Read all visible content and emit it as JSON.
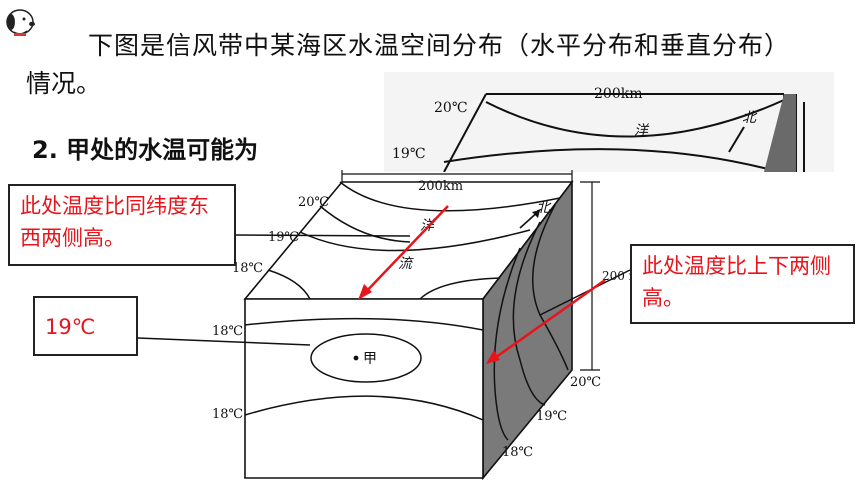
{
  "slide": {
    "intro_line1": "下图是信风带中某海区水温空间分布（水平分布和垂直分布）",
    "intro_line2": "情况。",
    "question": "2. 甲处的水温可能为"
  },
  "diagram": {
    "width_label": "200km",
    "depth_label": "200 m",
    "north_label": "北",
    "ocean_char_1": "洋",
    "ocean_char_2": "流",
    "point_label": "甲",
    "iso_top_20": "20℃",
    "iso_top_19": "19℃",
    "iso_top_18": "18℃",
    "iso_front_18a": "18℃",
    "iso_front_18b": "18℃",
    "iso_side_20": "20℃",
    "iso_side_19": "19℃",
    "iso_side_18": "18℃"
  },
  "callouts": {
    "left_top": "此处温度比同纬度东西两侧高。",
    "right": "此处温度比上下两侧高。",
    "left_answer": "19℃"
  },
  "colors": {
    "callout_text": "#e8141b",
    "arrow": "#e8141b",
    "side_face": "#7a7a7a"
  }
}
